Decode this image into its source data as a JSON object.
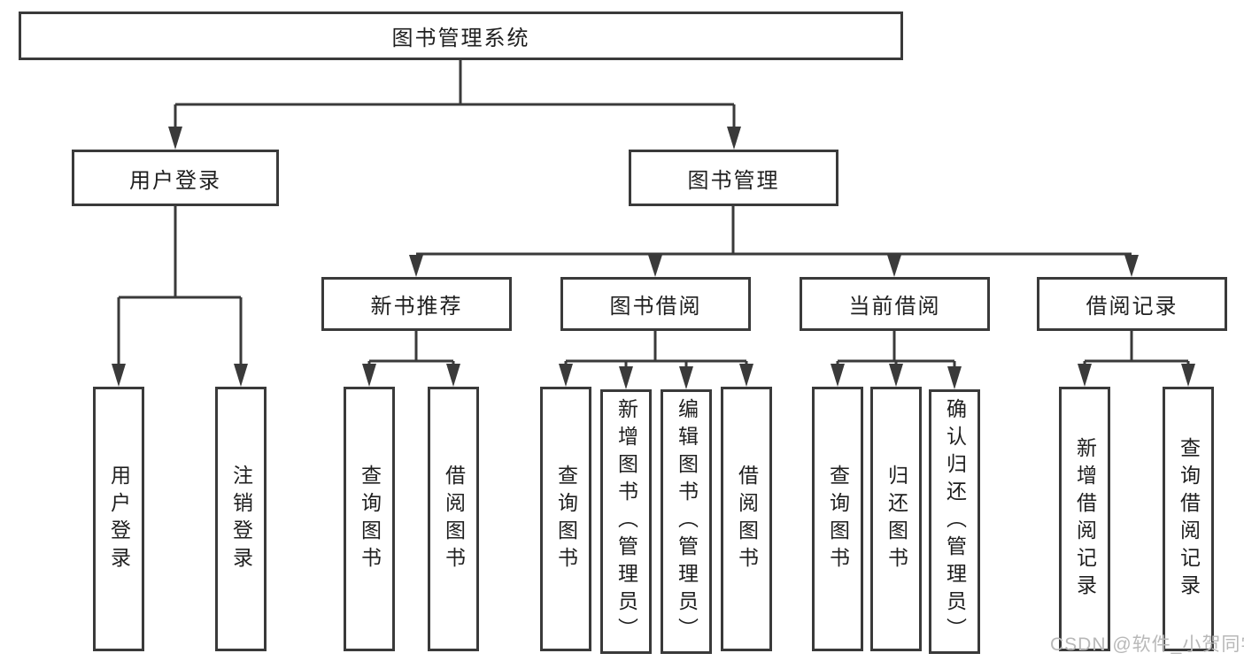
{
  "tree": {
    "label": "图书管理系统",
    "children": [
      {
        "label": "用户登录",
        "children": [
          {
            "label": "用户登录"
          },
          {
            "label": "注销登录"
          }
        ]
      },
      {
        "label": "图书管理",
        "children": [
          {
            "label": "新书推荐",
            "children": [
              {
                "label": "查询图书"
              },
              {
                "label": "借阅图书"
              }
            ]
          },
          {
            "label": "图书借阅",
            "children": [
              {
                "label": "查询图书"
              },
              {
                "label": "新增图书（管理员）"
              },
              {
                "label": "编辑图书（管理员）"
              },
              {
                "label": "借阅图书"
              }
            ]
          },
          {
            "label": "当前借阅",
            "children": [
              {
                "label": "查询图书"
              },
              {
                "label": "归还图书"
              },
              {
                "label": "确认归还（管理员）"
              }
            ]
          },
          {
            "label": "借阅记录",
            "children": [
              {
                "label": "新增借阅记录"
              },
              {
                "label": "查询借阅记录"
              }
            ]
          }
        ]
      }
    ]
  },
  "watermark": "CSDN @软件_小贺同学",
  "colors": {
    "line": "#3a3a3a",
    "text": "#1f1f1f",
    "watermark": "#b8b8b8",
    "background": "#ffffff"
  }
}
